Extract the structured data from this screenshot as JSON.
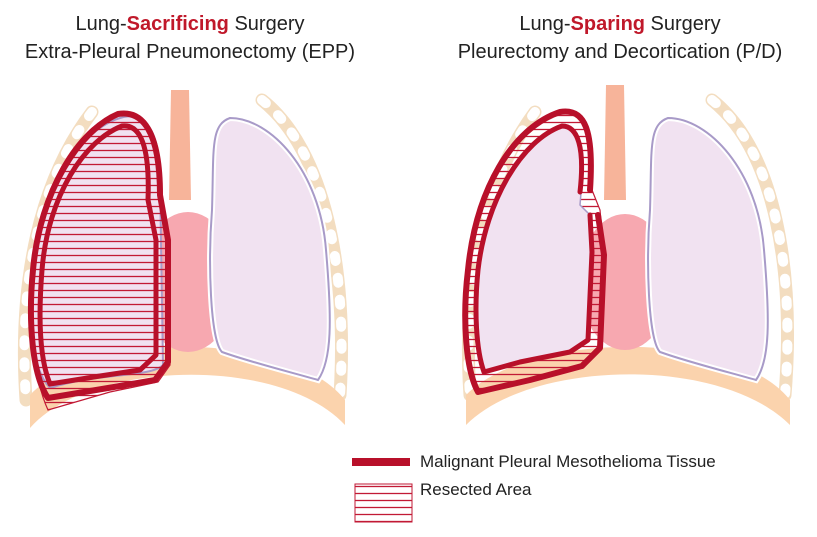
{
  "left_title": {
    "prefix": "Lung-",
    "highlight": "Sacrificing",
    "suffix": " Surgery",
    "line2": "Extra-Pleural Pneumonectomy (EPP)"
  },
  "right_title": {
    "prefix": "Lung-",
    "highlight": "Sparing",
    "suffix": " Surgery",
    "line2": "Pleurectomy and Decortication (P/D)"
  },
  "legend": {
    "tissue_label": "Malignant Pleural Mesothelioma Tissue",
    "resected_label": "Resected Area"
  },
  "colors": {
    "highlight": "#c0182a",
    "tumor": "#b8102a",
    "hatch": "#c21a35",
    "lung_fill": "#f1e2f1",
    "lung_outline": "#a89ac8",
    "heart": "#f7a8b0",
    "diaphragm": "#fbd3ad",
    "trachea": "#f7b49a",
    "ribs": "#f3ddc0"
  }
}
